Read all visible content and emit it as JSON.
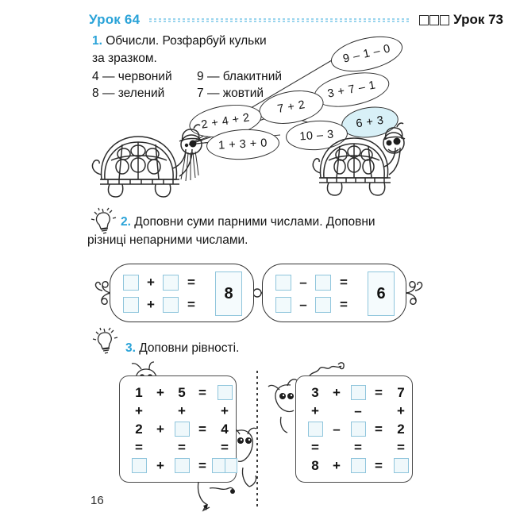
{
  "header": {
    "lesson_left": "Урок 64",
    "lesson_right": "Урок 73",
    "checkbox_count": 3
  },
  "task1": {
    "number": "1.",
    "instruction_line1": "Обчисли.  Розфарбуй  кульки",
    "instruction_line2": "за зразком.",
    "legend": [
      {
        "value": "4",
        "dash": "—",
        "color_name": "червоний"
      },
      {
        "value": "9",
        "dash": "—",
        "color_name": "блакитний"
      },
      {
        "value": "8",
        "dash": "—",
        "color_name": "зелений"
      },
      {
        "value": "7",
        "dash": "—",
        "color_name": "жовтий"
      }
    ],
    "balloons": [
      {
        "expr": "9 – 1 – 0",
        "filled": false
      },
      {
        "expr": "3 + 7 – 1",
        "filled": false
      },
      {
        "expr": "7 + 2",
        "filled": false
      },
      {
        "expr": "2 + 4 + 2",
        "filled": false
      },
      {
        "expr": "6 + 3",
        "filled": true
      },
      {
        "expr": "10 – 3",
        "filled": false
      },
      {
        "expr": "1 + 3 + 0",
        "filled": false
      }
    ],
    "tint_color": "#d8f0f7"
  },
  "task2": {
    "number": "2.",
    "instruction_line1": "Доповни суми парними числами. Доповни",
    "instruction_line2": "різниці непарними числами.",
    "left_box": {
      "rows": [
        {
          "a": "",
          "op": "+",
          "b": "",
          "eq": "="
        },
        {
          "a": "",
          "op": "+",
          "b": "",
          "eq": "="
        }
      ],
      "result": "8"
    },
    "right_box": {
      "rows": [
        {
          "a": "",
          "op": "–",
          "b": "",
          "eq": "="
        },
        {
          "a": "",
          "op": "–",
          "b": "",
          "eq": "="
        }
      ],
      "result": "6"
    }
  },
  "task3": {
    "number": "3.",
    "instruction": "Доповни рівності.",
    "left_grid": [
      [
        "1",
        "+",
        "5",
        "=",
        "BOX"
      ],
      [
        "+",
        "",
        "+",
        "",
        "+"
      ],
      [
        "2",
        "+",
        "BOX",
        "=",
        "4"
      ],
      [
        "=",
        "",
        "=",
        "",
        "="
      ],
      [
        "BOX",
        "+",
        "BOX",
        "=",
        "WIDEBOX"
      ]
    ],
    "right_grid": [
      [
        "3",
        "+",
        "BOX",
        "=",
        "7"
      ],
      [
        "+",
        "",
        "–",
        "",
        "+"
      ],
      [
        "BOX",
        "–",
        "BOX",
        "=",
        "2"
      ],
      [
        "=",
        "",
        "=",
        "",
        "="
      ],
      [
        "8",
        "+",
        "BOX",
        "=",
        "BOX"
      ]
    ]
  },
  "footer": {
    "page_number": "16"
  },
  "colors": {
    "accent_blue": "#2aa3d8",
    "box_outline": "#8fc5dc",
    "box_fill": "#f2fafc",
    "balloon_tint": "#d8f0f7",
    "ink": "#1a1a1a"
  }
}
